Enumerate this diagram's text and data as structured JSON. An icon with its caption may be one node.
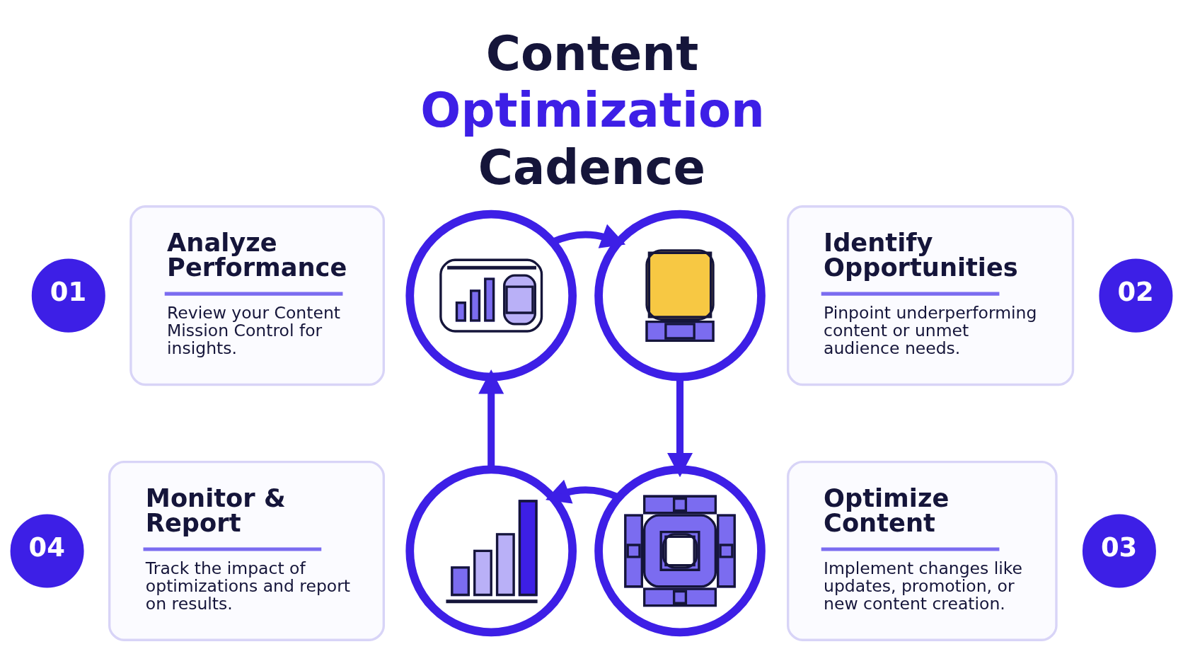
{
  "diagram": {
    "title": "Content Optimization Cadence",
    "nodes": [
      {
        "text": [
          "01"
        ]
      },
      {
        "text": [
          "Analyze Performance",
          "Review your Content Mission Control for insights."
        ]
      },
      {
        "text": [],
        "shape": "picture"
      },
      {
        "text": [],
        "shape": "picture"
      },
      {
        "text": [
          "Identify Opportunities",
          "Pinpoint underperforming content or unmet audience needs."
        ]
      },
      {
        "text": [
          "02"
        ]
      },
      {
        "text": [
          "04"
        ]
      },
      {
        "text": [
          "Monitor & Report",
          "Track the impact of optimizations and report on results."
        ]
      },
      {
        "text": [],
        "shape": "picture"
      },
      {
        "text": [],
        "shape": "picture"
      },
      {
        "text": [
          "Optimize Content",
          "Implement changes like updates, promotion, or new content creation."
        ]
      },
      {
        "text": [
          "03"
        ]
      }
    ],
    "edges": [
      {
        "from": 2,
        "to": 3,
        "arrow": "to"
      },
      {
        "from": 3,
        "to": 9,
        "arrow": "to"
      },
      {
        "from": 9,
        "to": 8,
        "arrow": "to"
      },
      {
        "from": 8,
        "to": 2,
        "arrow": "to"
      }
    ]
  }
}
